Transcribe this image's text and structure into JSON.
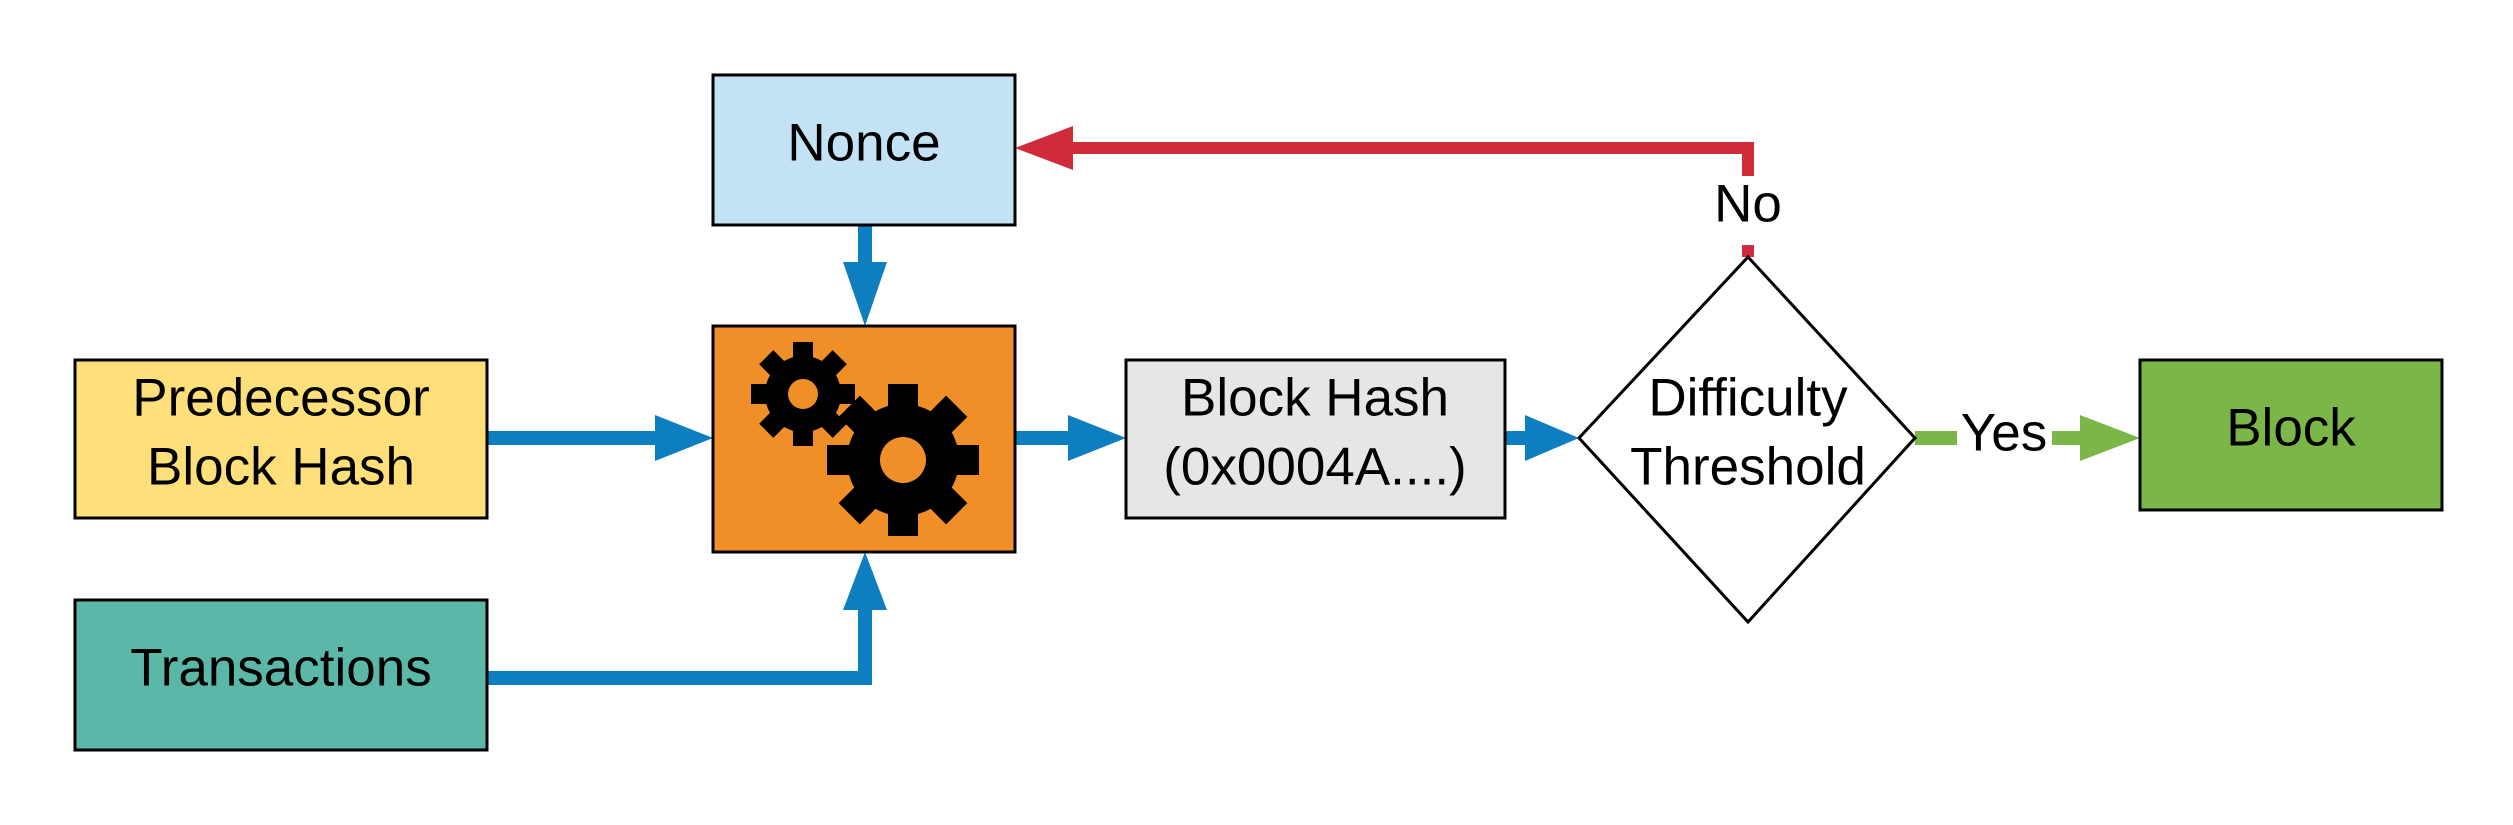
{
  "diagram": {
    "nodes": {
      "nonce": {
        "label": "Nonce",
        "fill": "#c3e3f5"
      },
      "predecessor": {
        "line1": "Predecessor",
        "line2": "Block Hash",
        "fill": "#fedf79"
      },
      "transactions": {
        "label": "Transactions",
        "fill": "#5bb8a8"
      },
      "hash_function": {
        "icon": "gears-icon",
        "fill": "#f08e27"
      },
      "block_hash": {
        "line1": "Block Hash",
        "line2": "(0x0004A....)",
        "fill": "#e6e6e6"
      },
      "difficulty": {
        "line1": "Difficulty",
        "line2": "Threshold",
        "fill": "#ffffff"
      },
      "block": {
        "label": "Block",
        "fill": "#7ab648"
      }
    },
    "edges": {
      "yes_label": "Yes",
      "no_label": "No"
    },
    "colors": {
      "flow": "#0d7fc1",
      "yes": "#7ab648",
      "no": "#cf2b3b",
      "stroke": "#000000"
    }
  }
}
